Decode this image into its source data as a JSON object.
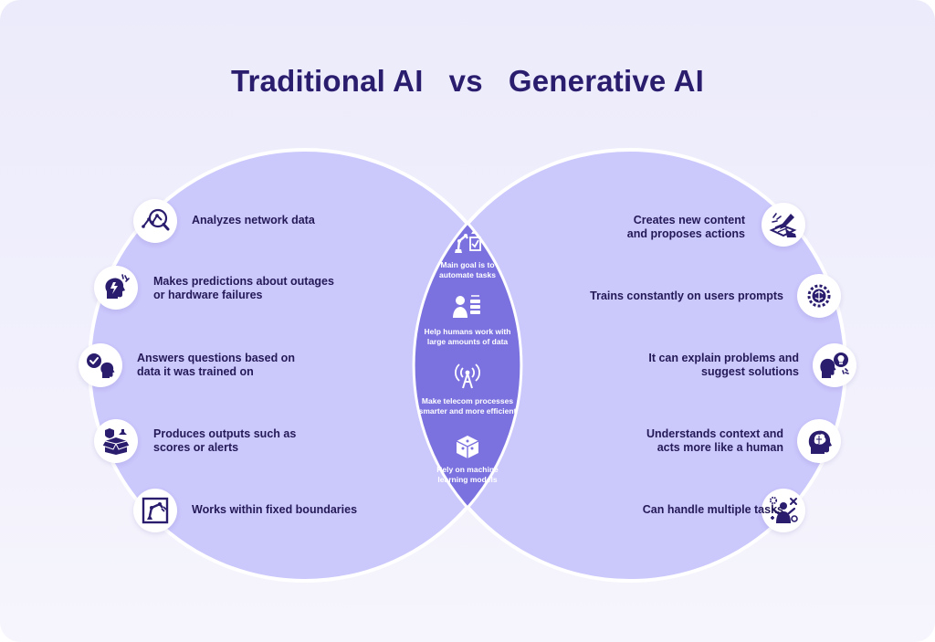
{
  "title": "Traditional AI   vs   Generative AI",
  "colors": {
    "circle_fill": "#cbc8fc",
    "circle_stroke": "#ffffff",
    "overlap_fill": "#7b72e0",
    "title": "#2a1d6e",
    "text": "#241a57",
    "icon": "#2a1d6e"
  },
  "traditional": {
    "items": [
      {
        "label": "Analyzes network data",
        "icon": "trend-magnifier-icon"
      },
      {
        "label": "Makes predictions about outages\nor hardware failures",
        "icon": "head-lightning-icon"
      },
      {
        "label": "Answers questions based on\ndata it was trained on",
        "icon": "speech-check-head-icon"
      },
      {
        "label": "Produces outputs such as\nscores or alerts",
        "icon": "box-alert-icon"
      },
      {
        "label": "Works within fixed boundaries",
        "icon": "robot-arm-frame-icon"
      }
    ]
  },
  "shared": {
    "items": [
      {
        "label": "Main goal is to\nautomate tasks",
        "icon": "robot-arm-checklist-icon"
      },
      {
        "label": "Help humans work with\nlarge amounts of data",
        "icon": "person-data-icon"
      },
      {
        "label": "Make telecom processes\nsmarter and more efficient",
        "icon": "signal-tower-icon"
      },
      {
        "label": "Rely on machine\nlearning models",
        "icon": "ml-cube-icon"
      }
    ]
  },
  "generative": {
    "items": [
      {
        "label": "Creates new content\nand proposes actions",
        "icon": "hand-writing-icon"
      },
      {
        "label": "Trains constantly on users prompts",
        "icon": "brain-gear-icon"
      },
      {
        "label": "It can explain problems and\nsuggest solutions",
        "icon": "head-lightbulb-icon"
      },
      {
        "label": "Understands context and\nacts more like a human",
        "icon": "head-brain-icon"
      },
      {
        "label": "Can handle multiple tasks",
        "icon": "multitask-person-icon"
      }
    ]
  }
}
